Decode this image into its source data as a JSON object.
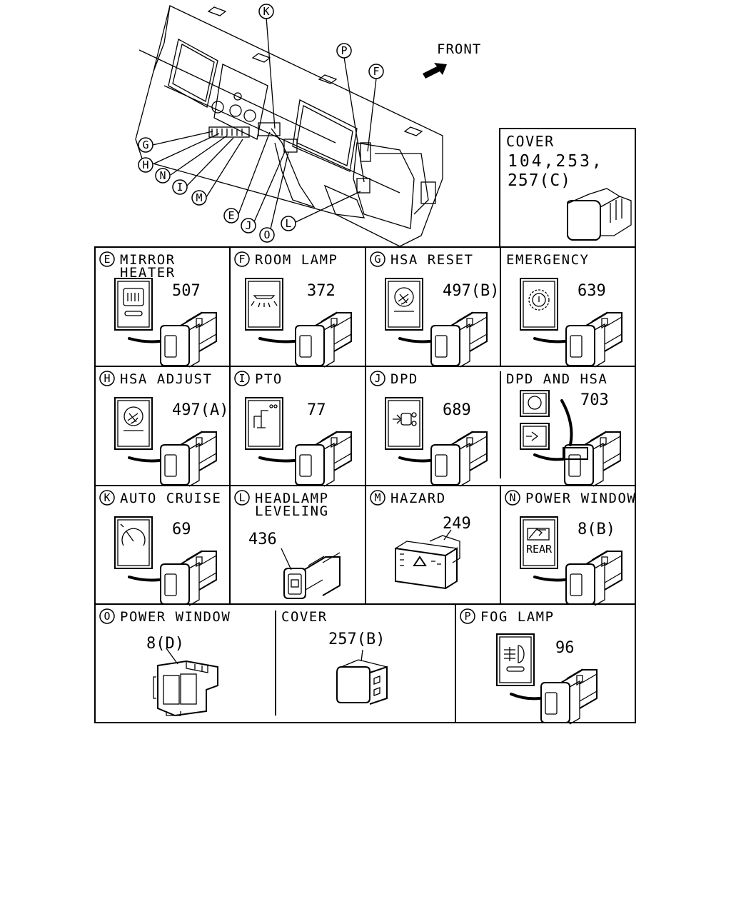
{
  "diagram": {
    "front_label": "FRONT",
    "callouts": [
      "K",
      "P",
      "F",
      "G",
      "H",
      "N",
      "I",
      "M",
      "E",
      "J",
      "O",
      "L"
    ],
    "cover_top": {
      "title": "COVER",
      "line1": "104,253,",
      "line2": "257(C)"
    },
    "panels": [
      {
        "id": "E",
        "letter": "E",
        "title1": "MIRROR",
        "title2": "HEATER",
        "part": "507",
        "icon": "mirror-heater-icon"
      },
      {
        "id": "F",
        "letter": "F",
        "title1": "ROOM LAMP",
        "part": "372",
        "icon": "room-lamp-icon"
      },
      {
        "id": "G",
        "letter": "G",
        "title1": "HSA RESET",
        "part": "497(B)",
        "icon": "hsa-reset-icon"
      },
      {
        "id": "EMG",
        "letter": "",
        "title1": "EMERGENCY",
        "part": "639",
        "icon": "emergency-icon"
      },
      {
        "id": "H",
        "letter": "H",
        "title1": "HSA ADJUST",
        "part": "497(A)",
        "icon": "hsa-adjust-icon"
      },
      {
        "id": "I",
        "letter": "I",
        "title1": "PTO",
        "part": "77",
        "icon": "pto-icon"
      },
      {
        "id": "J",
        "letter": "J",
        "title1": "DPD",
        "part": "689",
        "icon": "dpd-icon"
      },
      {
        "id": "DH",
        "letter": "",
        "title1": "DPD AND HSA",
        "part": "703",
        "icon": "dpd-hsa-icon"
      },
      {
        "id": "K",
        "letter": "K",
        "title1": "AUTO CRUISE",
        "part": "69",
        "icon": "auto-cruise-icon"
      },
      {
        "id": "L",
        "letter": "L",
        "title1": "HEADLAMP",
        "title2": "LEVELING",
        "part": "436",
        "icon": "headlamp-leveling-icon"
      },
      {
        "id": "M",
        "letter": "M",
        "title1": "HAZARD",
        "part": "249",
        "icon": "hazard-icon"
      },
      {
        "id": "N",
        "letter": "N",
        "title1": "POWER WINDOW",
        "part": "8(B)",
        "icon": "power-window-rear-icon",
        "icon_text": "REAR"
      },
      {
        "id": "O",
        "letter": "O",
        "title1": "POWER WINDOW",
        "part": "8(D)",
        "icon": "power-window-switch-icon"
      },
      {
        "id": "CB",
        "letter": "",
        "title1": "COVER",
        "part": "257(B)",
        "icon": "cover-blank-icon"
      },
      {
        "id": "P",
        "letter": "P",
        "title1": "FOG LAMP",
        "part": "96",
        "icon": "fog-lamp-icon"
      }
    ]
  }
}
